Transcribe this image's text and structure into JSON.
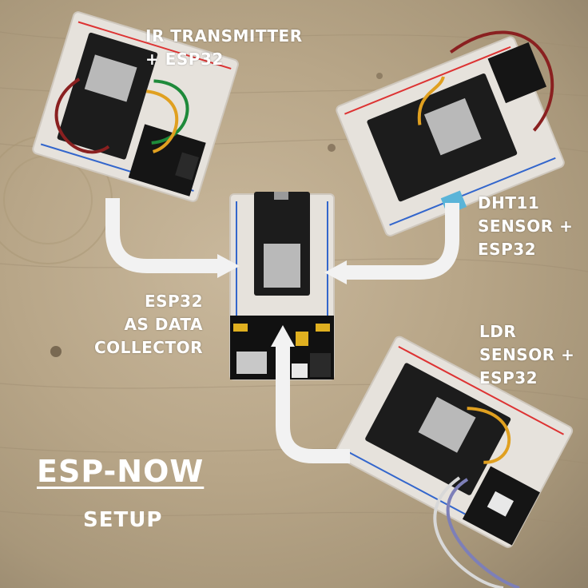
{
  "labels": {
    "ir_transmitter": [
      "IR TRANSMITTER",
      "+   ESP32"
    ],
    "dht11": [
      "DHT11",
      "SENSOR +",
      "ESP32"
    ],
    "data_collector": [
      "ESP32",
      "AS DATA",
      "COLLECTOR"
    ],
    "ldr": [
      "LDR",
      "SENSOR +",
      "ESP32"
    ]
  },
  "title": "ESP-NOW",
  "subtitle": "SETUP",
  "colors": {
    "wood": "#b8a688",
    "arrow": "#f2f2f2",
    "text": "#ffffff",
    "board": "#1c1c1c",
    "breadboard": "#e6e2dc"
  }
}
